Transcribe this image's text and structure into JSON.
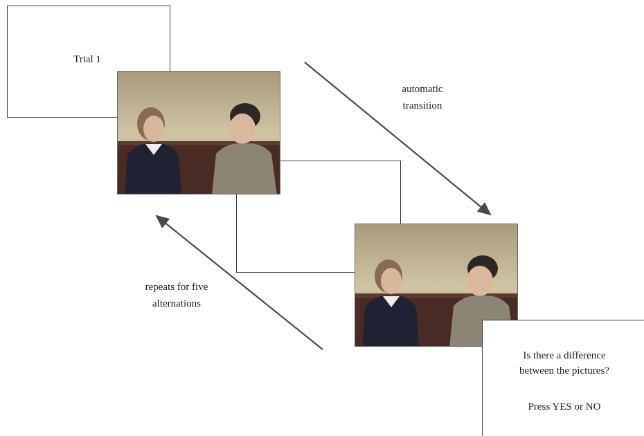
{
  "trial": {
    "title": "Trial 1"
  },
  "transition": {
    "line1": "automatic",
    "line2": "transition"
  },
  "repeat": {
    "line1": "repeats for five",
    "line2": "alternations"
  },
  "response": {
    "question_line1": "Is there a difference",
    "question_line2": "between the pictures?",
    "instruction": "Press YES or NO"
  },
  "colors": {
    "wall": "#cfc4a4",
    "wainscot": "#4a2a24",
    "left_person_sweater": "#1f2233",
    "right_person_sweater": "#8c8474",
    "arrow": "#4a4a4a"
  }
}
